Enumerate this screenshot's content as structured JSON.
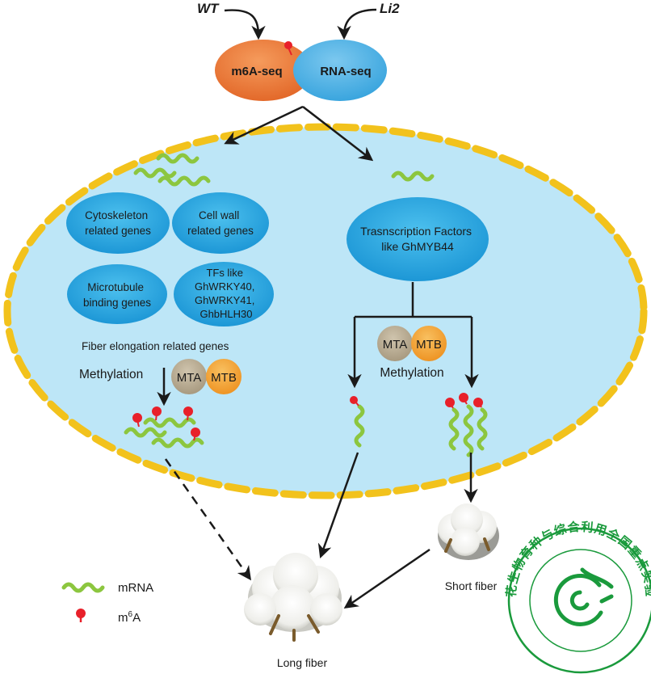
{
  "inputs": {
    "wt": "WT",
    "li2": "Li2"
  },
  "top_pills": {
    "m6a_seq": "m6A-seq",
    "rna_seq": "RNA-seq"
  },
  "left_genes": {
    "cytoskeleton": [
      "Cytoskeleton",
      "related genes"
    ],
    "cell_wall": [
      "Cell wall",
      "related genes"
    ],
    "microtubule": [
      "Microtubule",
      "binding genes"
    ],
    "tfs": [
      "TFs like",
      "GhWRKY40,",
      "GhWRKY41,",
      "GhbHLH30"
    ]
  },
  "fiber_label": "Fiber elongation related genes",
  "methylation": "Methylation",
  "enzymes": {
    "mta": "MTA",
    "mtb": "MTB"
  },
  "right_tf": [
    "Trasnscription Factors",
    "like GhMYB44"
  ],
  "outcomes": {
    "long_fiber": "Long fiber",
    "short_fiber": "Short fiber"
  },
  "legend": {
    "mrna": "mRNA",
    "m6a_prefix": "m",
    "m6a_sup": "6",
    "m6a_suffix": "A"
  },
  "stamp_text": "棉花生物育种与综合利用全国重点实验室",
  "colors": {
    "cell_fill": "#bde6f7",
    "membrane": "#f2c21c",
    "gene_ellipse": "#2aa8e0",
    "m6a_pill": "#ee7d3a",
    "rna_pill": "#4fb3e6",
    "mta": "#b3a68e",
    "mtb": "#f3a33a",
    "mrna": "#8cc63f",
    "m6a_mark": "#e8202a",
    "stamp": "#1a9a3c"
  }
}
